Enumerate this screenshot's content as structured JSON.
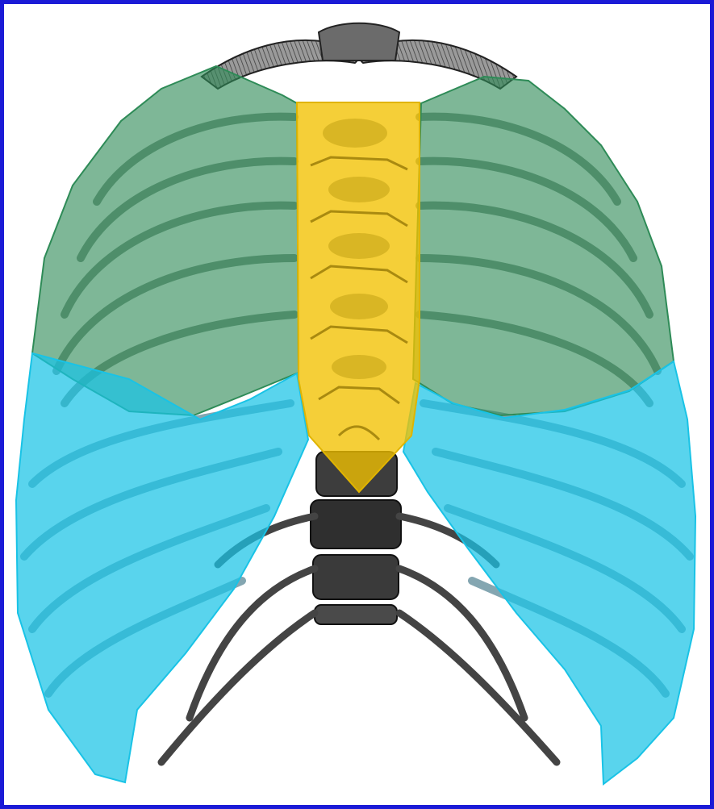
{
  "figure": {
    "subject": "rib-cage-anterior-view",
    "frame_color": "#1a1ad6",
    "background": "#ffffff",
    "regions": [
      {
        "id": "upper-ribs-left",
        "color": "#2e8b57",
        "opacity": 0.62
      },
      {
        "id": "upper-ribs-right",
        "color": "#2e8b57",
        "opacity": 0.62
      },
      {
        "id": "sternum",
        "color": "#f2c200",
        "opacity": 0.78
      },
      {
        "id": "lower-ribs-left",
        "color": "#19c3e6",
        "opacity": 0.72
      },
      {
        "id": "lower-ribs-right",
        "color": "#19c3e6",
        "opacity": 0.72
      }
    ]
  }
}
